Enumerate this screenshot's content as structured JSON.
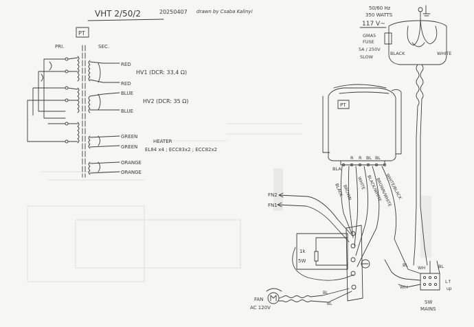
{
  "header": {
    "title": "VHT 2/50/2",
    "date": "20250407",
    "author": "drawn by Csaba Kalinyi"
  },
  "transformer_schematic": {
    "box_label": "PT",
    "pri_label": "PRI.",
    "sec_label": "SEC.",
    "lead_red_1": "RED",
    "hv1_label": "HV1 (DCR: 33,4 Ω)",
    "lead_red_2": "RED",
    "lead_blue_1": "BLUE",
    "hv2_label": "HV2 (DCR: 35 Ω)",
    "lead_blue_2": "BLUE",
    "lead_green_1": "GREEN",
    "heater_label": "HEATER",
    "lead_green_2": "GREEN",
    "tubes_label": "EL84 x4 ; ECC83x2 ; ECC82x2",
    "lead_orange_1": "ORANGE",
    "lead_orange_2": "ORANGE"
  },
  "mains_inlet": {
    "frequency": "50/60 Hz",
    "power": "350 WATTS",
    "voltage": "117 V~",
    "fuse_1": "GMA5",
    "fuse_2": "FUSE",
    "fuse_3": "5A / 250V",
    "fuse_4": "SLOW",
    "wire_black": "BLACK",
    "wire_white": "WHITE"
  },
  "wiring": {
    "pt_label": "PT",
    "tabs": [
      "R",
      "R",
      "BL",
      "BL"
    ],
    "tab_bla": "BLA",
    "wire_labels": [
      "BLACK",
      "BROWN",
      "WHITE",
      "BLACK/WHITE",
      "BROWN/WHITE",
      "WHITE/BLACK"
    ],
    "fan_2": "FN2",
    "fan_1": "FN1",
    "resistor_1": "1k",
    "resistor_2": "5W",
    "switch_bl_1": "BL",
    "switch_wh_1": "WH",
    "switch_bl_2": "BL",
    "switch_wh_2": "WH",
    "switch_lr": "L↑",
    "switch_lr_2": "up",
    "switch_name": "SW",
    "switch_name_2": "MAINS",
    "fan_name": "FAN",
    "fan_voltage": "AC 120V",
    "fan_wire_1": "BL",
    "fan_wire_2": "BL"
  }
}
